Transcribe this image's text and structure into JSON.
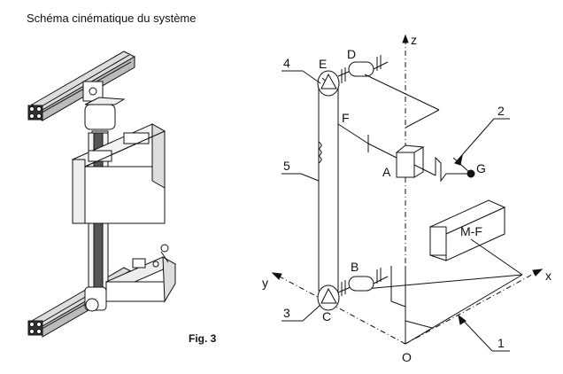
{
  "title": "Schéma cinématique du système",
  "figure_label": "Fig. 3",
  "axes": {
    "z": "z",
    "x": "x",
    "y": "y",
    "origin": "O"
  },
  "points": {
    "A": "A",
    "B": "B",
    "C": "C",
    "D": "D",
    "E": "E",
    "F": "F",
    "G": "G"
  },
  "parts": {
    "p1": "1",
    "p2": "2",
    "p3": "3",
    "p4": "4",
    "p5": "5"
  },
  "motor_label": "M-F",
  "colors": {
    "ink": "#111111",
    "profile": "#2a2a2a",
    "page": "#ffffff"
  }
}
